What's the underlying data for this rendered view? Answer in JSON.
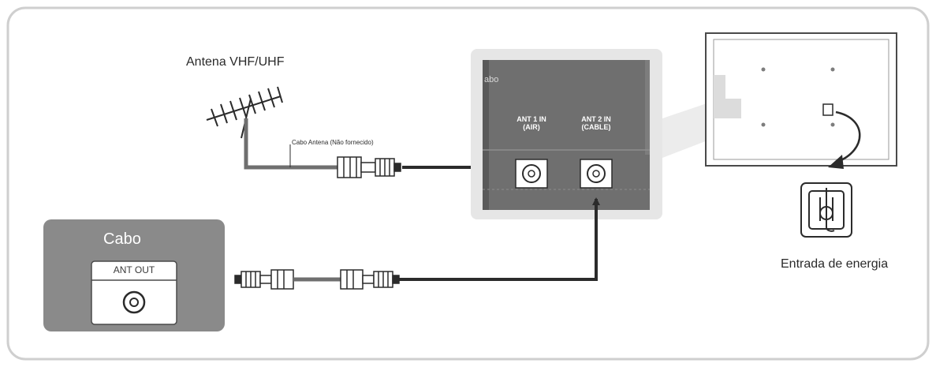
{
  "antenna": {
    "label": "Antena VHF/UHF"
  },
  "cable_antenna": {
    "label": "Cabo Antena (Não fornecido)"
  },
  "tv_panel": {
    "brand_fragment": "abo",
    "ant1": {
      "line1": "ANT 1 IN",
      "line2": "(AIR)"
    },
    "ant2": {
      "line1": "ANT 2 IN",
      "line2": "(CABLE)"
    }
  },
  "cable_box": {
    "title": "Cabo",
    "port_label": "ANT OUT"
  },
  "power": {
    "label": "Entrada de energia"
  },
  "colors": {
    "panel_gray": "#e6e6e6",
    "panel_dark": "#6f6f6f",
    "cable_box_gray": "#8a8a8a",
    "line": "#2b2b2b"
  }
}
